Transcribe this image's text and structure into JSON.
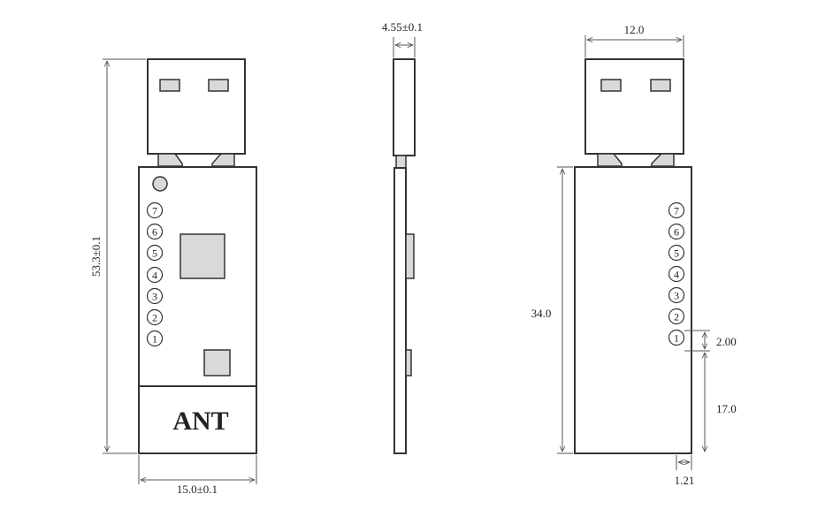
{
  "labels": {
    "antenna_label": "ANT",
    "total_length": "53.3±0.1",
    "width": "15.0±0.1",
    "thickness": "4.55±0.1",
    "usb_width": "12.0",
    "body_length": "34.0",
    "pin_pitch": "2.00",
    "first_pin_offset": "17.0",
    "edge_offset": "1.21"
  },
  "pins": [
    "7",
    "6",
    "5",
    "4",
    "3",
    "2",
    "1"
  ],
  "colors": {
    "outline": "#333333",
    "component_fill": "#d9d9d9",
    "dimension_line": "#555555"
  }
}
